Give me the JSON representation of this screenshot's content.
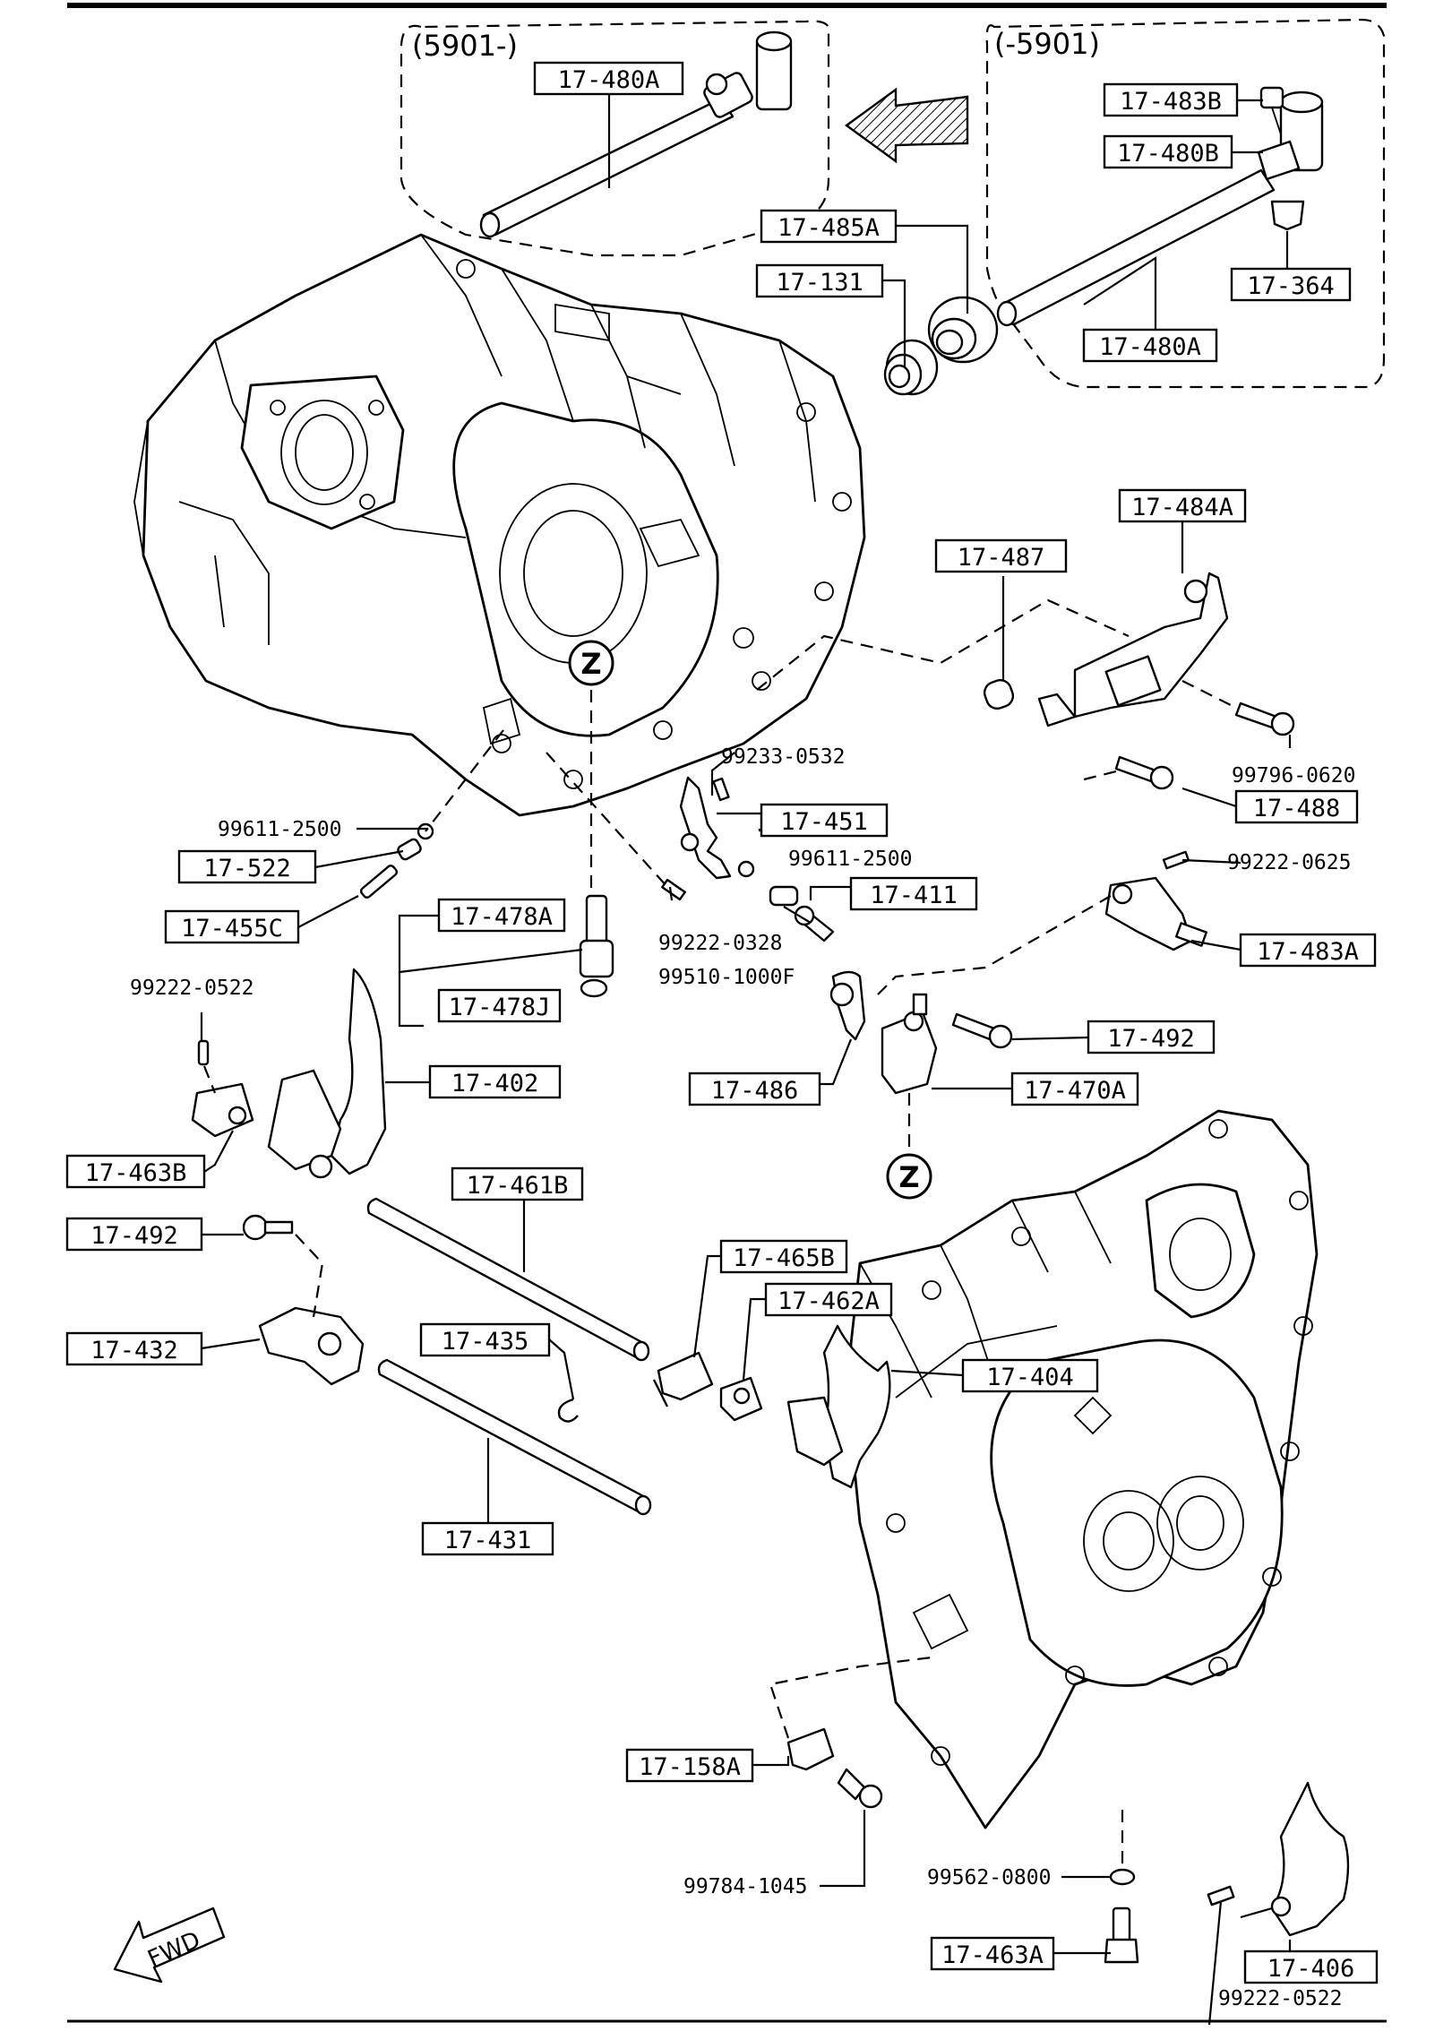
{
  "diagram": {
    "variant_labels": {
      "later": "(5901-)",
      "earlier": "(-5901)"
    },
    "direction_label": "FWD",
    "reference_marker": "Z",
    "boxed_part_numbers": {
      "p_17_480A_top": "17-480A",
      "p_17_483B": "17-483B",
      "p_17_480B": "17-480B",
      "p_17_485A": "17-485A",
      "p_17_131": "17-131",
      "p_17_364": "17-364",
      "p_17_480A_right": "17-480A",
      "p_17_484A": "17-484A",
      "p_17_487": "17-487",
      "p_17_488": "17-488",
      "p_17_451": "17-451",
      "p_17_522": "17-522",
      "p_17_411": "17-411",
      "p_17_455C": "17-455C",
      "p_17_478A": "17-478A",
      "p_17_483A": "17-483A",
      "p_17_478J": "17-478J",
      "p_17_492_top": "17-492",
      "p_17_402": "17-402",
      "p_17_486": "17-486",
      "p_17_470A": "17-470A",
      "p_17_463B": "17-463B",
      "p_17_461B": "17-461B",
      "p_17_492_left": "17-492",
      "p_17_465B": "17-465B",
      "p_17_462A": "17-462A",
      "p_17_435": "17-435",
      "p_17_432": "17-432",
      "p_17_404": "17-404",
      "p_17_431": "17-431",
      "p_17_158A": "17-158A",
      "p_17_463A": "17-463A",
      "p_17_406": "17-406"
    },
    "plain_part_numbers": {
      "n_99233_0532": "99233-0532",
      "n_99796_0620": "99796-0620",
      "n_99611_2500_left": "99611-2500",
      "n_99611_2500_mid": "99611-2500",
      "n_99222_0625": "99222-0625",
      "n_99222_0328": "99222-0328",
      "n_99510_1000F": "99510-1000F",
      "n_99222_0522_left": "99222-0522",
      "n_99784_1045": "99784-1045",
      "n_99562_0800": "99562-0800",
      "n_99222_0522_bottom": "99222-0522"
    }
  }
}
